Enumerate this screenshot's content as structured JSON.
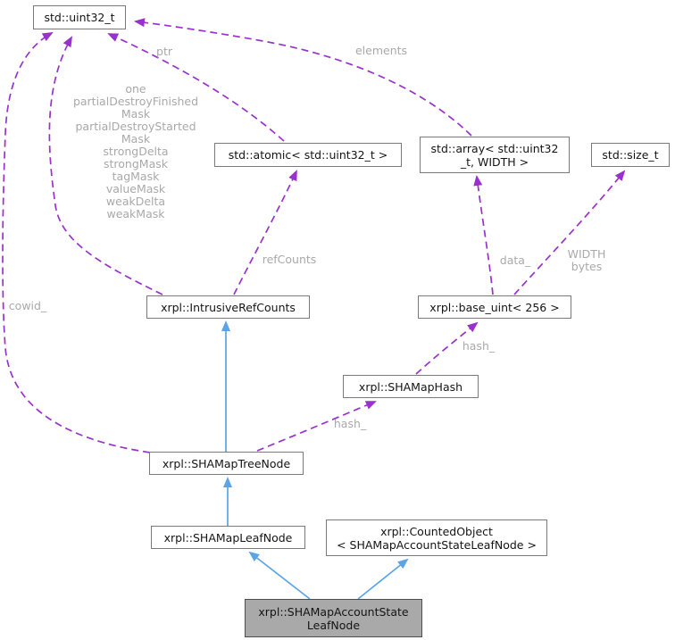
{
  "diagram": {
    "kind": "collaboration-graph",
    "colors": {
      "background": "#ffffff",
      "usage_edge": "#9932cc",
      "inheritance_edge": "#5ca4e6",
      "node_fill": "#ffffff",
      "node_border": "#7a7a7a",
      "highlight_node_fill": "#a9a9a9",
      "edge_label_text": "#a9a9a9",
      "node_text": "#141414"
    },
    "nodes": [
      {
        "id": "std-uint32-t",
        "label": "std::uint32_t"
      },
      {
        "id": "std-atomic-uint32",
        "label": "std::atomic< std::uint32_t >"
      },
      {
        "id": "std-array-uint32-width",
        "label": "std::array< std::uint32\n_t, WIDTH >"
      },
      {
        "id": "std-size-t",
        "label": "std::size_t"
      },
      {
        "id": "intrusive-ref-counts",
        "label": "xrpl::IntrusiveRefCounts"
      },
      {
        "id": "base-uint-256",
        "label": "xrpl::base_uint< 256 >"
      },
      {
        "id": "shamap-hash",
        "label": "xrpl::SHAMapHash"
      },
      {
        "id": "shamap-tree-node",
        "label": "xrpl::SHAMapTreeNode"
      },
      {
        "id": "shamap-leaf-node",
        "label": "xrpl::SHAMapLeafNode"
      },
      {
        "id": "counted-object",
        "label": "xrpl::CountedObject\n< SHAMapAccountStateLeafNode >"
      },
      {
        "id": "shamap-account-state-leaf-node",
        "label": "xrpl::SHAMapAccountState\nLeafNode",
        "highlighted": true
      }
    ],
    "edge_labels": [
      {
        "id": "ptr",
        "text": "ptr"
      },
      {
        "id": "elements",
        "text": "elements"
      },
      {
        "id": "intrusive-constants",
        "text": "one\npartialDestroyFinished\nMask\npartialDestroyStarted\nMask\nstrongDelta\nstrongMask\ntagMask\nvalueMask\nweakDelta\nweakMask"
      },
      {
        "id": "cowid",
        "text": "cowid_"
      },
      {
        "id": "refcounts",
        "text": "refCounts"
      },
      {
        "id": "data",
        "text": "data_"
      },
      {
        "id": "width-bytes",
        "text": "WIDTH\nbytes"
      },
      {
        "id": "hash-to-base-uint",
        "text": "hash_"
      },
      {
        "id": "hash-to-shamap-hash",
        "text": "hash_"
      }
    ]
  }
}
